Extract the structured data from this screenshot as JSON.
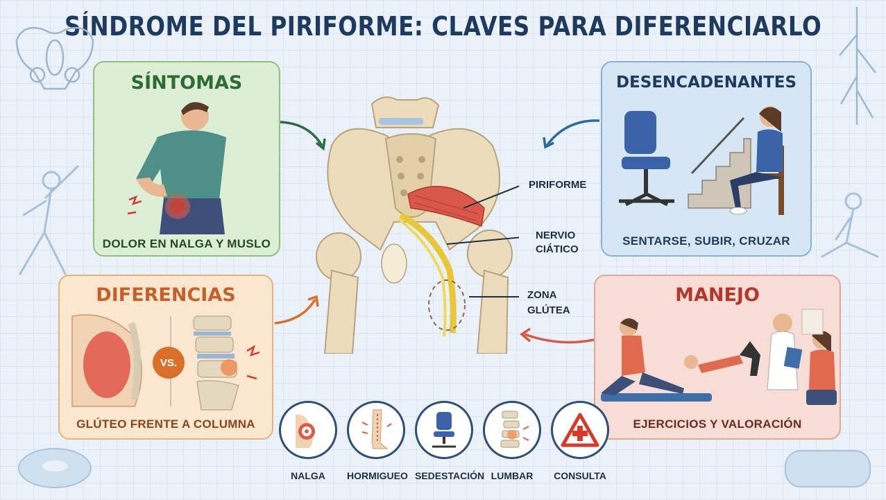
{
  "title": "SÍNDROME DEL PIRIFORME: CLAVES PARA DIFERENCIARLO",
  "cards": {
    "sintomas": {
      "title": "SÍNTOMAS",
      "caption": "DOLOR EN NALGA Y MUSLO"
    },
    "desencadenantes": {
      "title": "DESENCADENANTES",
      "caption": "SENTARSE, SUBIR, CRUZAR"
    },
    "diferencias": {
      "title": "DIFERENCIAS",
      "caption": "GLÚTEO FRENTE A COLUMNA",
      "vs": "VS."
    },
    "manejo": {
      "title": "MANEJO",
      "caption": "EJERCICIOS Y VALORACIÓN"
    }
  },
  "anatomy_labels": {
    "piriforme": "PIRIFORME",
    "nervio_1": "NERVIO",
    "nervio_2": "CIÁTICO",
    "zona_1": "ZONA",
    "zona_2": "GLÚTEA"
  },
  "icons": [
    {
      "label": "NALGA",
      "icon": "buttock-target-icon"
    },
    {
      "label": "HORMIGUEO",
      "icon": "leg-tingling-icon"
    },
    {
      "label": "SEDESTACIÓN",
      "icon": "office-chair-icon"
    },
    {
      "label": "LUMBAR",
      "icon": "spine-lumbar-icon"
    },
    {
      "label": "CONSULTA",
      "icon": "medical-warning-icon"
    }
  ],
  "colors": {
    "title": "#1f3a5f",
    "green": "#2f6b36",
    "blue": "#1f3a5f",
    "orange": "#c2622a",
    "red": "#b0382c",
    "nerve": "#e8c83a",
    "muscle": "#d9584a"
  }
}
